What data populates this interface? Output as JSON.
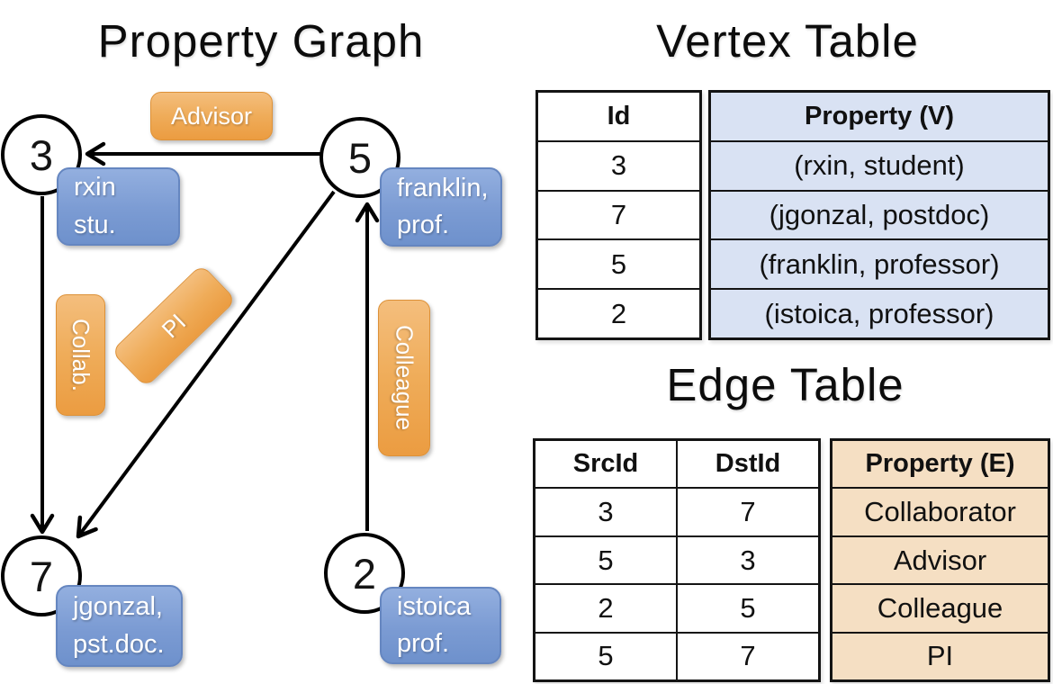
{
  "titles": {
    "property_graph": "Property Graph",
    "vertex_table": "Vertex Table",
    "edge_table": "Edge Table"
  },
  "graph": {
    "vertices": [
      {
        "id": "3",
        "label_line1": "rxin",
        "label_line2": "stu."
      },
      {
        "id": "5",
        "label_line1": "franklin,",
        "label_line2": "prof."
      },
      {
        "id": "7",
        "label_line1": "jgonzal,",
        "label_line2": "pst.doc."
      },
      {
        "id": "2",
        "label_line1": "istoica",
        "label_line2": "prof."
      }
    ],
    "edges": [
      {
        "src": "5",
        "dst": "3",
        "label": "Advisor"
      },
      {
        "src": "3",
        "dst": "7",
        "label": "Collab."
      },
      {
        "src": "5",
        "dst": "7",
        "label": "PI"
      },
      {
        "src": "2",
        "dst": "5",
        "label": "Colleague"
      }
    ]
  },
  "vertex_table": {
    "headers": {
      "id": "Id",
      "property": "Property (V)"
    },
    "rows": [
      {
        "id": "3",
        "property": "(rxin, student)"
      },
      {
        "id": "7",
        "property": "(jgonzal, postdoc)"
      },
      {
        "id": "5",
        "property": "(franklin, professor)"
      },
      {
        "id": "2",
        "property": "(istoica, professor)"
      }
    ]
  },
  "edge_table": {
    "headers": {
      "src": "SrcId",
      "dst": "DstId",
      "property": "Property (E)"
    },
    "rows": [
      {
        "src": "3",
        "dst": "7",
        "property": "Collaborator"
      },
      {
        "src": "5",
        "dst": "3",
        "property": "Advisor"
      },
      {
        "src": "2",
        "dst": "5",
        "property": "Colleague"
      },
      {
        "src": "5",
        "dst": "7",
        "property": "PI"
      }
    ]
  },
  "colors": {
    "edge_label_fill": "#EFAC59",
    "vertex_label_fill": "#7B9BD3",
    "vertex_table_property_fill": "#D9E2F3",
    "edge_table_property_fill": "#F5DFC3",
    "line_color": "#000000",
    "table_border": "#141414"
  }
}
